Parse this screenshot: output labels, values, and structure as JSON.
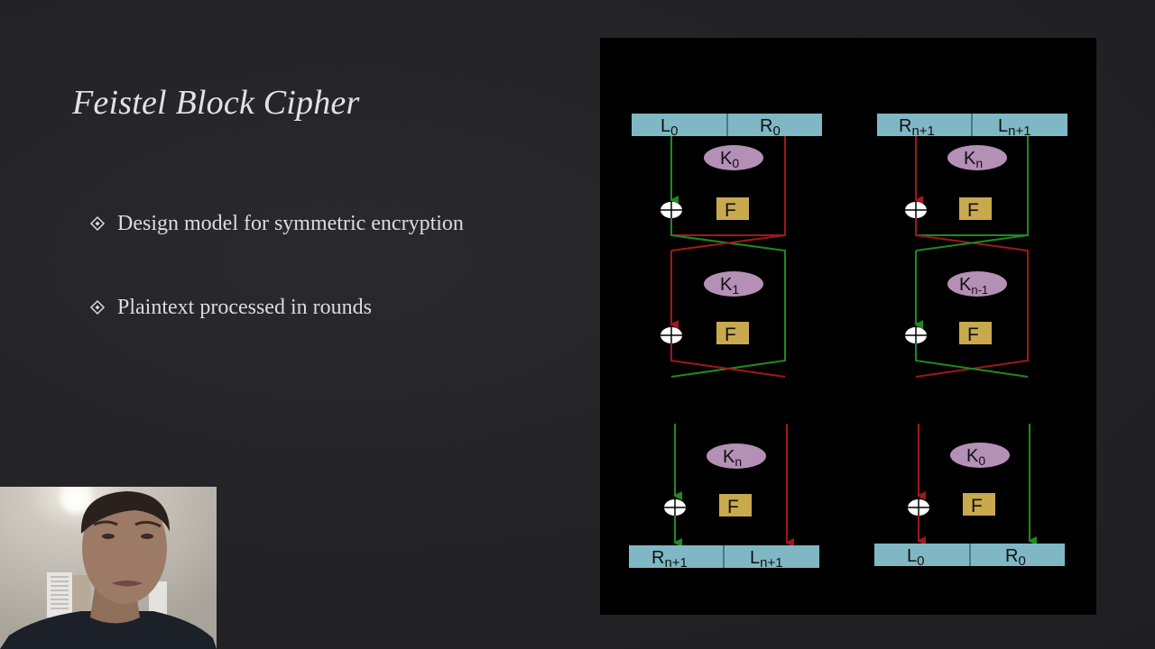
{
  "slide": {
    "title": "Feistel Block Cipher",
    "bullets": [
      {
        "icon": "diamond-bullet-icon",
        "text": "Design model for symmetric encryption"
      },
      {
        "icon": "diamond-bullet-icon",
        "text": "Plaintext processed in rounds"
      }
    ]
  },
  "diagram": {
    "colors": {
      "box": "#7fb8c4",
      "key": "#b48fb6",
      "f_box": "#c8a94e",
      "left_line_green": "#1f8a1f",
      "right_line_red": "#a01818",
      "xor": "#ffffff",
      "background": "#000000"
    },
    "encryption": {
      "input": {
        "left": "L",
        "left_sub": "0",
        "right": "R",
        "right_sub": "0"
      },
      "rounds": [
        {
          "key": "K",
          "key_sub": "0",
          "function": "F"
        },
        {
          "key": "K",
          "key_sub": "1",
          "function": "F"
        },
        {
          "key": "K",
          "key_sub": "n",
          "function": "F"
        }
      ],
      "output": {
        "left": "R",
        "left_sub": "n+1",
        "right": "L",
        "right_sub": "n+1"
      }
    },
    "decryption": {
      "input": {
        "left": "R",
        "left_sub": "n+1",
        "right": "L",
        "right_sub": "n+1"
      },
      "rounds": [
        {
          "key": "K",
          "key_sub": "n",
          "function": "F"
        },
        {
          "key": "K",
          "key_sub": "n-1",
          "function": "F"
        },
        {
          "key": "K",
          "key_sub": "0",
          "function": "F"
        }
      ],
      "output": {
        "left": "L",
        "left_sub": "0",
        "right": "R",
        "right_sub": "0"
      }
    }
  },
  "webcam": {
    "label": "presenter-video"
  }
}
